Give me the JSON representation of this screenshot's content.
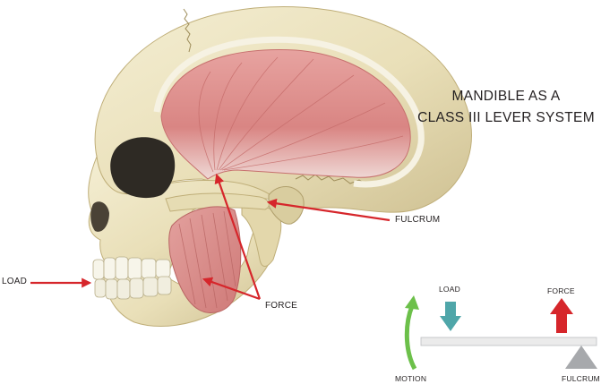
{
  "title": {
    "line1": "MANDIBLE AS A",
    "line2": "CLASS III LEVER SYSTEM"
  },
  "labels": {
    "load": "LOAD",
    "fulcrum": "FULCRUM",
    "force": "FORCE"
  },
  "lever_diagram": {
    "load": "LOAD",
    "force": "FORCE",
    "motion": "MOTION",
    "fulcrum": "FULCRUM"
  },
  "colors": {
    "bone": "#ece3bf",
    "bone_shadow": "#c9bd8c",
    "muscle": "#d98583",
    "arrow_red": "#d6262b",
    "load_arrow": "#4fa6a9",
    "motion_arrow": "#6cc04a",
    "fulcrum": "#a7a9ac",
    "lever": "#ebebeb"
  }
}
